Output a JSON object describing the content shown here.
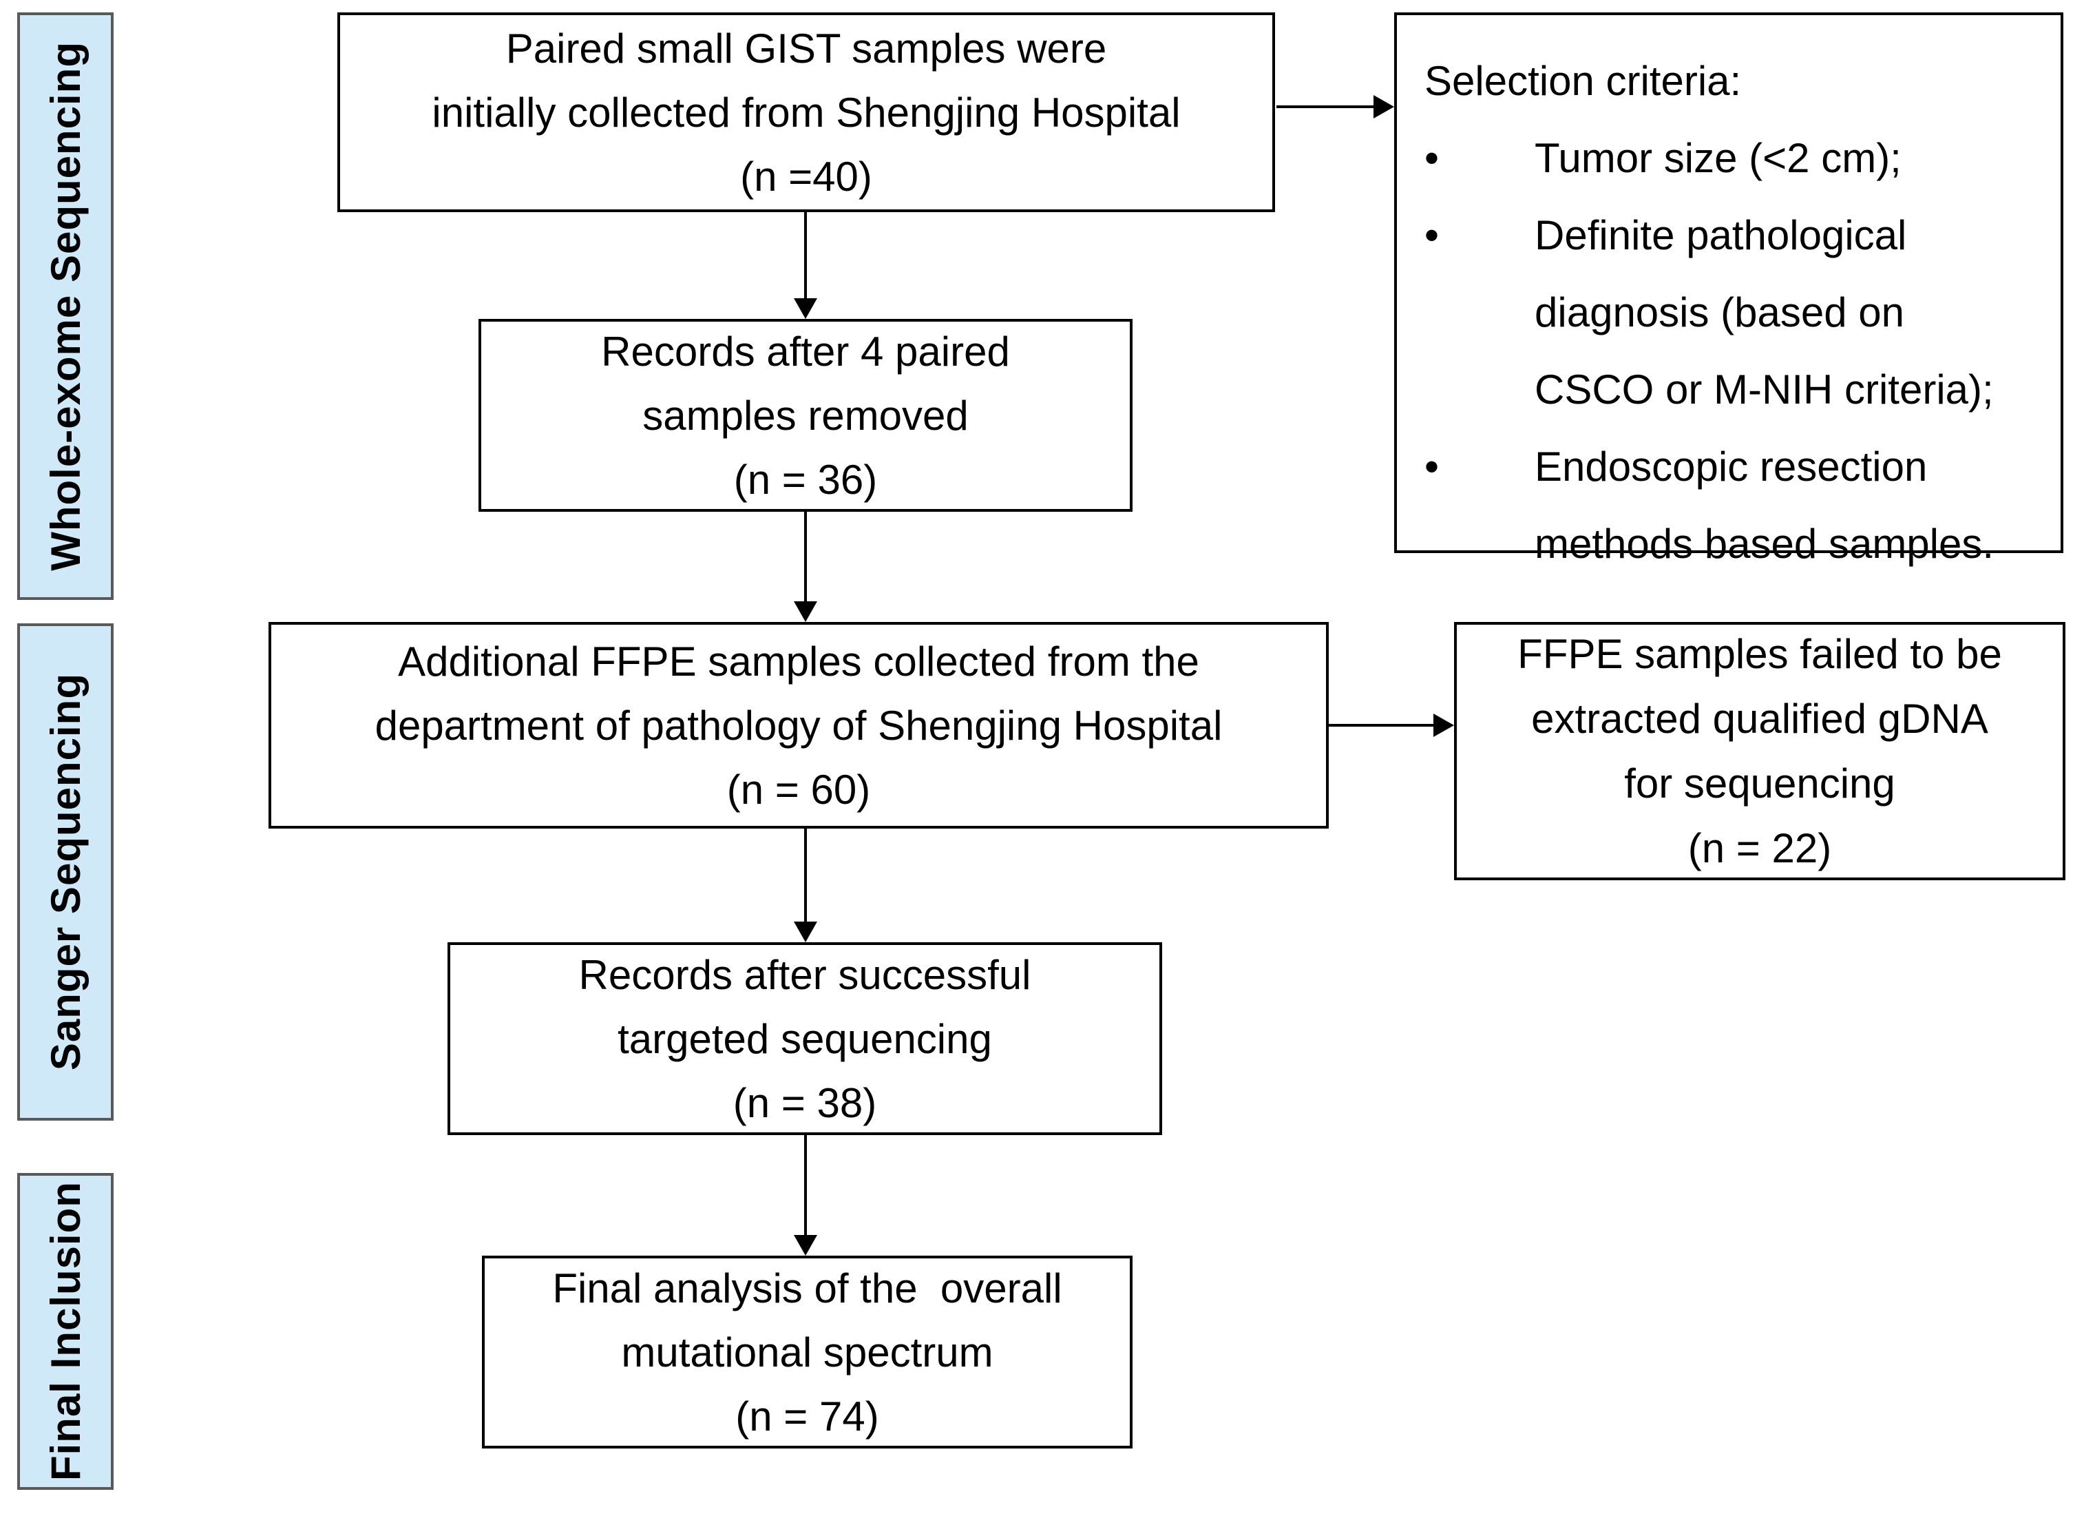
{
  "diagram_title": "Study selection flow diagram",
  "colors": {
    "stage_fill": "#cfe9f8",
    "stage_border": "#595959",
    "box_border": "#000000",
    "arrow": "#000000"
  },
  "sidebar": {
    "labels": [
      {
        "id": "whole-exome",
        "text": "Whole-exome Sequencing"
      },
      {
        "id": "sanger",
        "text": "Sanger Sequencing"
      },
      {
        "id": "final-inclusion",
        "text": "Final Inclusion"
      }
    ]
  },
  "flow": {
    "boxes": [
      {
        "id": "initial-collection",
        "n": 40,
        "text": "Paired small GIST samples were\ninitially collected from Shengjing Hospital\n(n =40)"
      },
      {
        "id": "records-removed",
        "n": 36,
        "text": "Records after 4 paired\nsamples removed\n(n = 36)"
      },
      {
        "id": "additional-ffpe",
        "n": 60,
        "text": "Additional FFPE samples collected from the\ndepartment of pathology of Shengjing Hospital\n(n = 60)"
      },
      {
        "id": "targeted-sequencing",
        "n": 38,
        "text": "Records after successful\ntargeted sequencing\n(n = 38)"
      },
      {
        "id": "final-analysis",
        "n": 74,
        "text": "Final analysis of the  overall\nmutational spectrum\n(n = 74)"
      }
    ]
  },
  "side_boxes": {
    "selection": {
      "heading": "Selection criteria:",
      "bullet": "•",
      "items": [
        "Tumor size (<2 cm);",
        "Definite pathological\ndiagnosis (based on\nCSCO or M-NIH criteria);",
        "Endoscopic resection\nmethods based samples."
      ]
    },
    "failed": {
      "n": 22,
      "text": "FFPE samples failed to be\nextracted qualified gDNA\nfor sequencing\n(n = 22)"
    }
  }
}
